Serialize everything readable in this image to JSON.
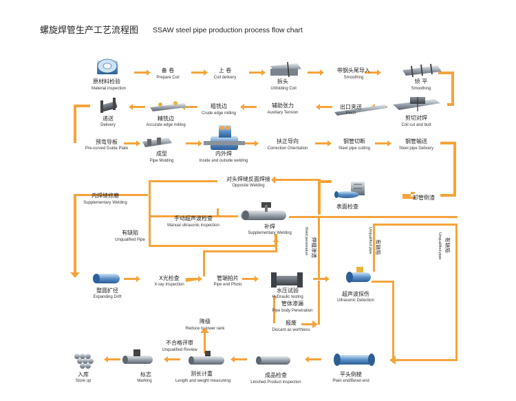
{
  "header": {
    "title_cn": "螺旋焊管生产工艺流程图",
    "title_en": "SSAW steel pipe production process flow chart"
  },
  "steps": [
    {
      "id": "material-inspection",
      "cn": "原材料检验",
      "en": "Material inspection"
    },
    {
      "id": "prepare-coil",
      "cn": "备 卷",
      "en": "Prepare   Coil"
    },
    {
      "id": "coil-delivery",
      "cn": "上 卷",
      "en": "Coil   delivery"
    },
    {
      "id": "unfolding-coil",
      "cn": "拆头",
      "en": "Unfolding Coil"
    },
    {
      "id": "smoothing-1",
      "cn": "带钢头尾导入",
      "en": "Smoothing"
    },
    {
      "id": "smoothing-2",
      "cn": "矫 平",
      "en": "Smoothing"
    },
    {
      "id": "coil-cut-butt",
      "cn": "剪切对焊",
      "en": "Coil cut and butt"
    },
    {
      "id": "pinch",
      "cn": "出口夹送",
      "en": "Pinch"
    },
    {
      "id": "auxiliary-tension",
      "cn": "辅助张力",
      "en": "Auxiliary Tension"
    },
    {
      "id": "crude-edge-milling",
      "cn": "粗铣边",
      "en": "Crude edge milling"
    },
    {
      "id": "accurate-edge-milling",
      "cn": "精铣边",
      "en": "Accurate edge milling"
    },
    {
      "id": "delivery",
      "cn": "递送",
      "en": "Delivery"
    },
    {
      "id": "pre-curved-guide",
      "cn": "预弯导板",
      "en": "Pre-curved Guide Plate"
    },
    {
      "id": "pipe-molding",
      "cn": "成型",
      "en": "Pipe Molding"
    },
    {
      "id": "inside-outside-welding",
      "cn": "内外焊",
      "en": "Inside and outside welding"
    },
    {
      "id": "correction-orientation",
      "cn": "扶正导向",
      "en": "Correction Orientation"
    },
    {
      "id": "steel-pipe-cutting",
      "cn": "钢管切断",
      "en": "Steel pipe cutting"
    },
    {
      "id": "steel-pipe-delivery",
      "cn": "钢管输送",
      "en": "Steel pipe Delivery"
    },
    {
      "id": "unload-pipe",
      "cn": "卸管倒渣",
      "en": ""
    },
    {
      "id": "surface-inspection",
      "cn": "表面检查",
      "en": ""
    },
    {
      "id": "opposite-welding",
      "cn": "对头焊缝反面焊接",
      "en": "Opposite Welding"
    },
    {
      "id": "supplementary-welding-1",
      "cn": "内焊缝修磨",
      "en": "Supplementary Welding"
    },
    {
      "id": "manual-ultrasonic",
      "cn": "手动超声波检查",
      "en": "Manual ultrasonic inspection"
    },
    {
      "id": "supplementary-welding-2",
      "cn": "补焊",
      "en": "Supplementary Welding"
    },
    {
      "id": "unqualified-pipe-1",
      "cn": "有缺陷",
      "en": "Unqualified Pipe"
    },
    {
      "id": "expanding-drift",
      "cn": "整圆扩径",
      "en": "Expanding Drift"
    },
    {
      "id": "xray-inspection",
      "cn": "X光检查",
      "en": "X-ray Inspection"
    },
    {
      "id": "pipe-end-photo",
      "cn": "管端拍片",
      "en": "Pipe end Photo"
    },
    {
      "id": "hydraulic-testing",
      "cn": "水压试验",
      "en": "HyDraulic testing"
    },
    {
      "id": "pipe-body-penetration",
      "cn": "管体渗漏",
      "en": "Pipe body Penetration"
    },
    {
      "id": "ultrasonic-detection",
      "cn": "超声波探伤",
      "en": "Ultrasonic Detection"
    },
    {
      "id": "discard",
      "cn": "报废",
      "en": "Discard as worthless"
    },
    {
      "id": "reduce-rank",
      "cn": "降级",
      "en": "Reduce to lower rank"
    },
    {
      "id": "unqualified-review",
      "cn": "不合格评审",
      "en": "Unqualified Review"
    },
    {
      "id": "store-up",
      "cn": "入库",
      "en": "Store up"
    },
    {
      "id": "marking",
      "cn": "标志",
      "en": "Marking"
    },
    {
      "id": "length-weight",
      "cn": "测长计重",
      "en": "Length and weight measuning"
    },
    {
      "id": "finished-product",
      "cn": "成品检查",
      "en": "Linished Product inspection"
    },
    {
      "id": "plain-end-bevel",
      "cn": "平头倒棱",
      "en": "Plain end/Bevel end"
    }
  ],
  "side_labels": {
    "weld_penetration_cn": "焊缝渗透",
    "weld_penetration_en": "Weld penetration",
    "unqualified_a_cn": "有缺陷",
    "unqualified_a_en": "Unqualified pipe",
    "unqualified_b_cn": "有缺陷",
    "unqualified_b_en": "Unqualified pipe"
  },
  "colors": {
    "flow_arrow": "#f5a33a",
    "machine_blue": "#5a8fc8",
    "machine_gray": "#9aa3ad",
    "text": "#222222"
  }
}
